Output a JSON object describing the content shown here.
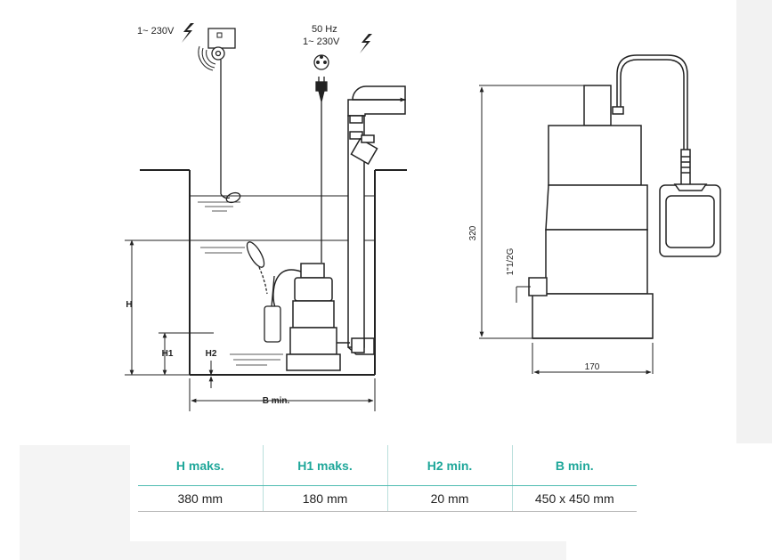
{
  "diagram": {
    "voltage_switch": "1~ 230V",
    "frequency": "50 Hz",
    "voltage_plug": "1~ 230V",
    "label_h": "H",
    "label_h1": "H1",
    "label_h2": "H2",
    "label_b_min": "B min.",
    "dim_height": "320",
    "dim_connection": "1\"1/2G",
    "dim_width": "170"
  },
  "specs": {
    "headers": [
      "H maks.",
      "H1 maks.",
      "H2 min.",
      "B min."
    ],
    "values": [
      "380 mm",
      "180 mm",
      "20 mm",
      "450 x 450 mm"
    ]
  },
  "colors": {
    "header_text": "#1fa79a",
    "header_rule": "#4fbcb1",
    "line": "#222222"
  }
}
